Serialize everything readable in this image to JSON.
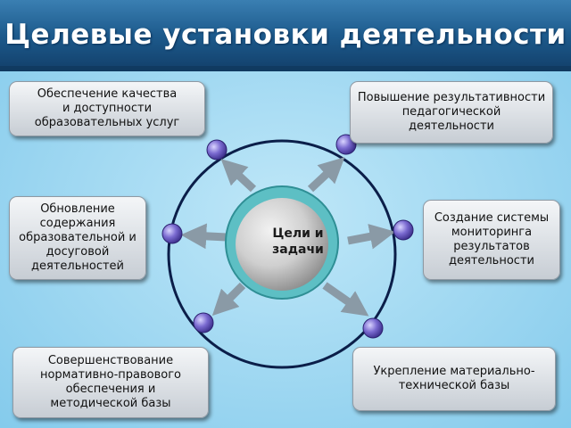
{
  "slide": {
    "title": "Целевые  установки  деятельности",
    "center_label": "Цели и\nзадачи",
    "boxes": [
      "Обеспечение качества\nи доступности\n образовательных  услуг",
      "Повышение результативности\nпедагогической\nдеятельности",
      "Обновление\nсодержания\nобразовательной и\nдосуговой\nдеятельностей",
      "Создание системы\nмониторинга\nрезультатов\nдеятельности",
      "Совершенствование\nнормативно-правового\nобеспечения и\nметодической базы",
      "Укрепление материально-\nтехнической базы"
    ]
  },
  "colors": {
    "background": "#8fd0ee",
    "title_band": "#1d5a8c",
    "ring": "#0b1e49",
    "center_fill": "#5dbfc4",
    "node_fill": "#7a6ad0",
    "arrow_fill": "#8a9aa6"
  }
}
